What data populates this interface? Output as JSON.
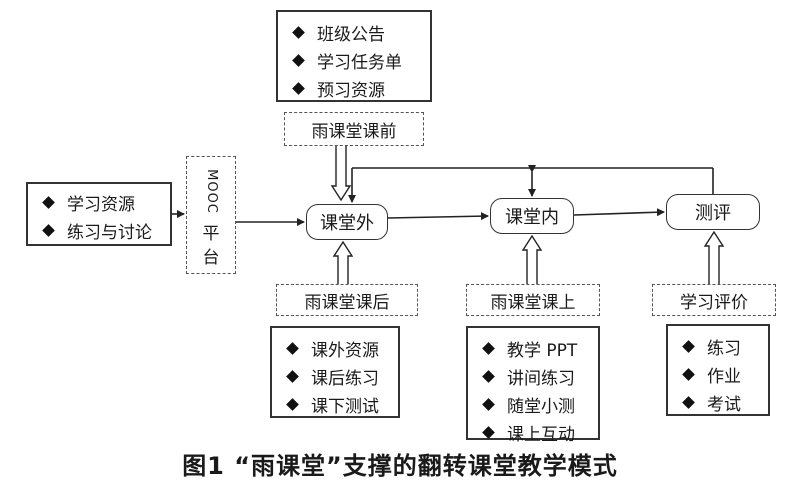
{
  "pre_class_list": [
    "班级公告",
    "学习任务单",
    "预习资源"
  ],
  "pre_class_label": "雨课堂课前",
  "left_list": [
    "学习资源",
    "练习与讨论"
  ],
  "mooc_label_top": "MOOC",
  "mooc_label_bottom": [
    "平",
    "台"
  ],
  "nodes": {
    "outside": "课堂外",
    "inside": "课堂内",
    "eval": "测评"
  },
  "after_class_label": "雨课堂课后",
  "after_class_list": [
    "课外资源",
    "课后练习",
    "课下测试"
  ],
  "in_class_label": "雨课堂课上",
  "in_class_list": [
    "教学 PPT",
    "讲间练习",
    "随堂小测",
    "课上互动"
  ],
  "eval_label": "学习评价",
  "eval_list": [
    "练习",
    "作业",
    "考试"
  ],
  "caption": "图1 “雨课堂”支撑的翻转课堂教学模式"
}
